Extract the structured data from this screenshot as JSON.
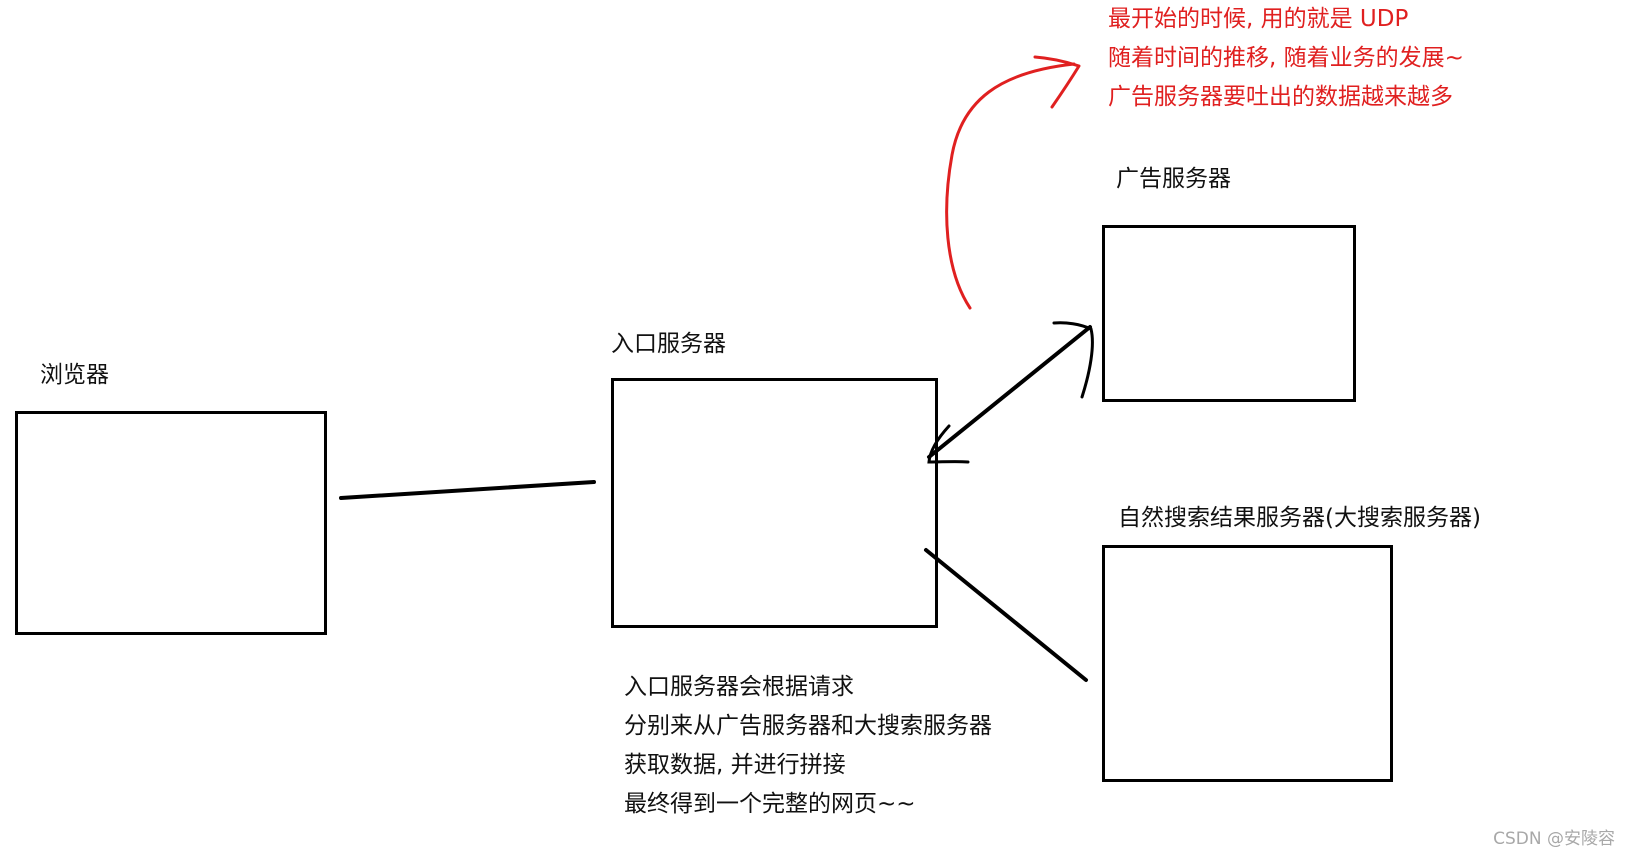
{
  "labels": {
    "browser": "浏览器",
    "entry_server": "入口服务器",
    "ad_server": "广告服务器",
    "search_server": "自然搜索结果服务器(大搜索服务器)"
  },
  "notes": {
    "entry_description": [
      "入口服务器会根据请求",
      "分别来从广告服务器和大搜索服务器",
      "获取数据, 并进行拼接",
      "最终得到一个完整的网页~~"
    ],
    "ad_history": [
      "最开始的时候, 用的就是 UDP",
      "随着时间的推移, 随着业务的发展~",
      "广告服务器要吐出的数据越来越多"
    ]
  },
  "watermark": "CSDN @安陵容",
  "colors": {
    "stroke": "#000000",
    "annotation": "#e02020",
    "watermark": "#a8a8a8"
  }
}
